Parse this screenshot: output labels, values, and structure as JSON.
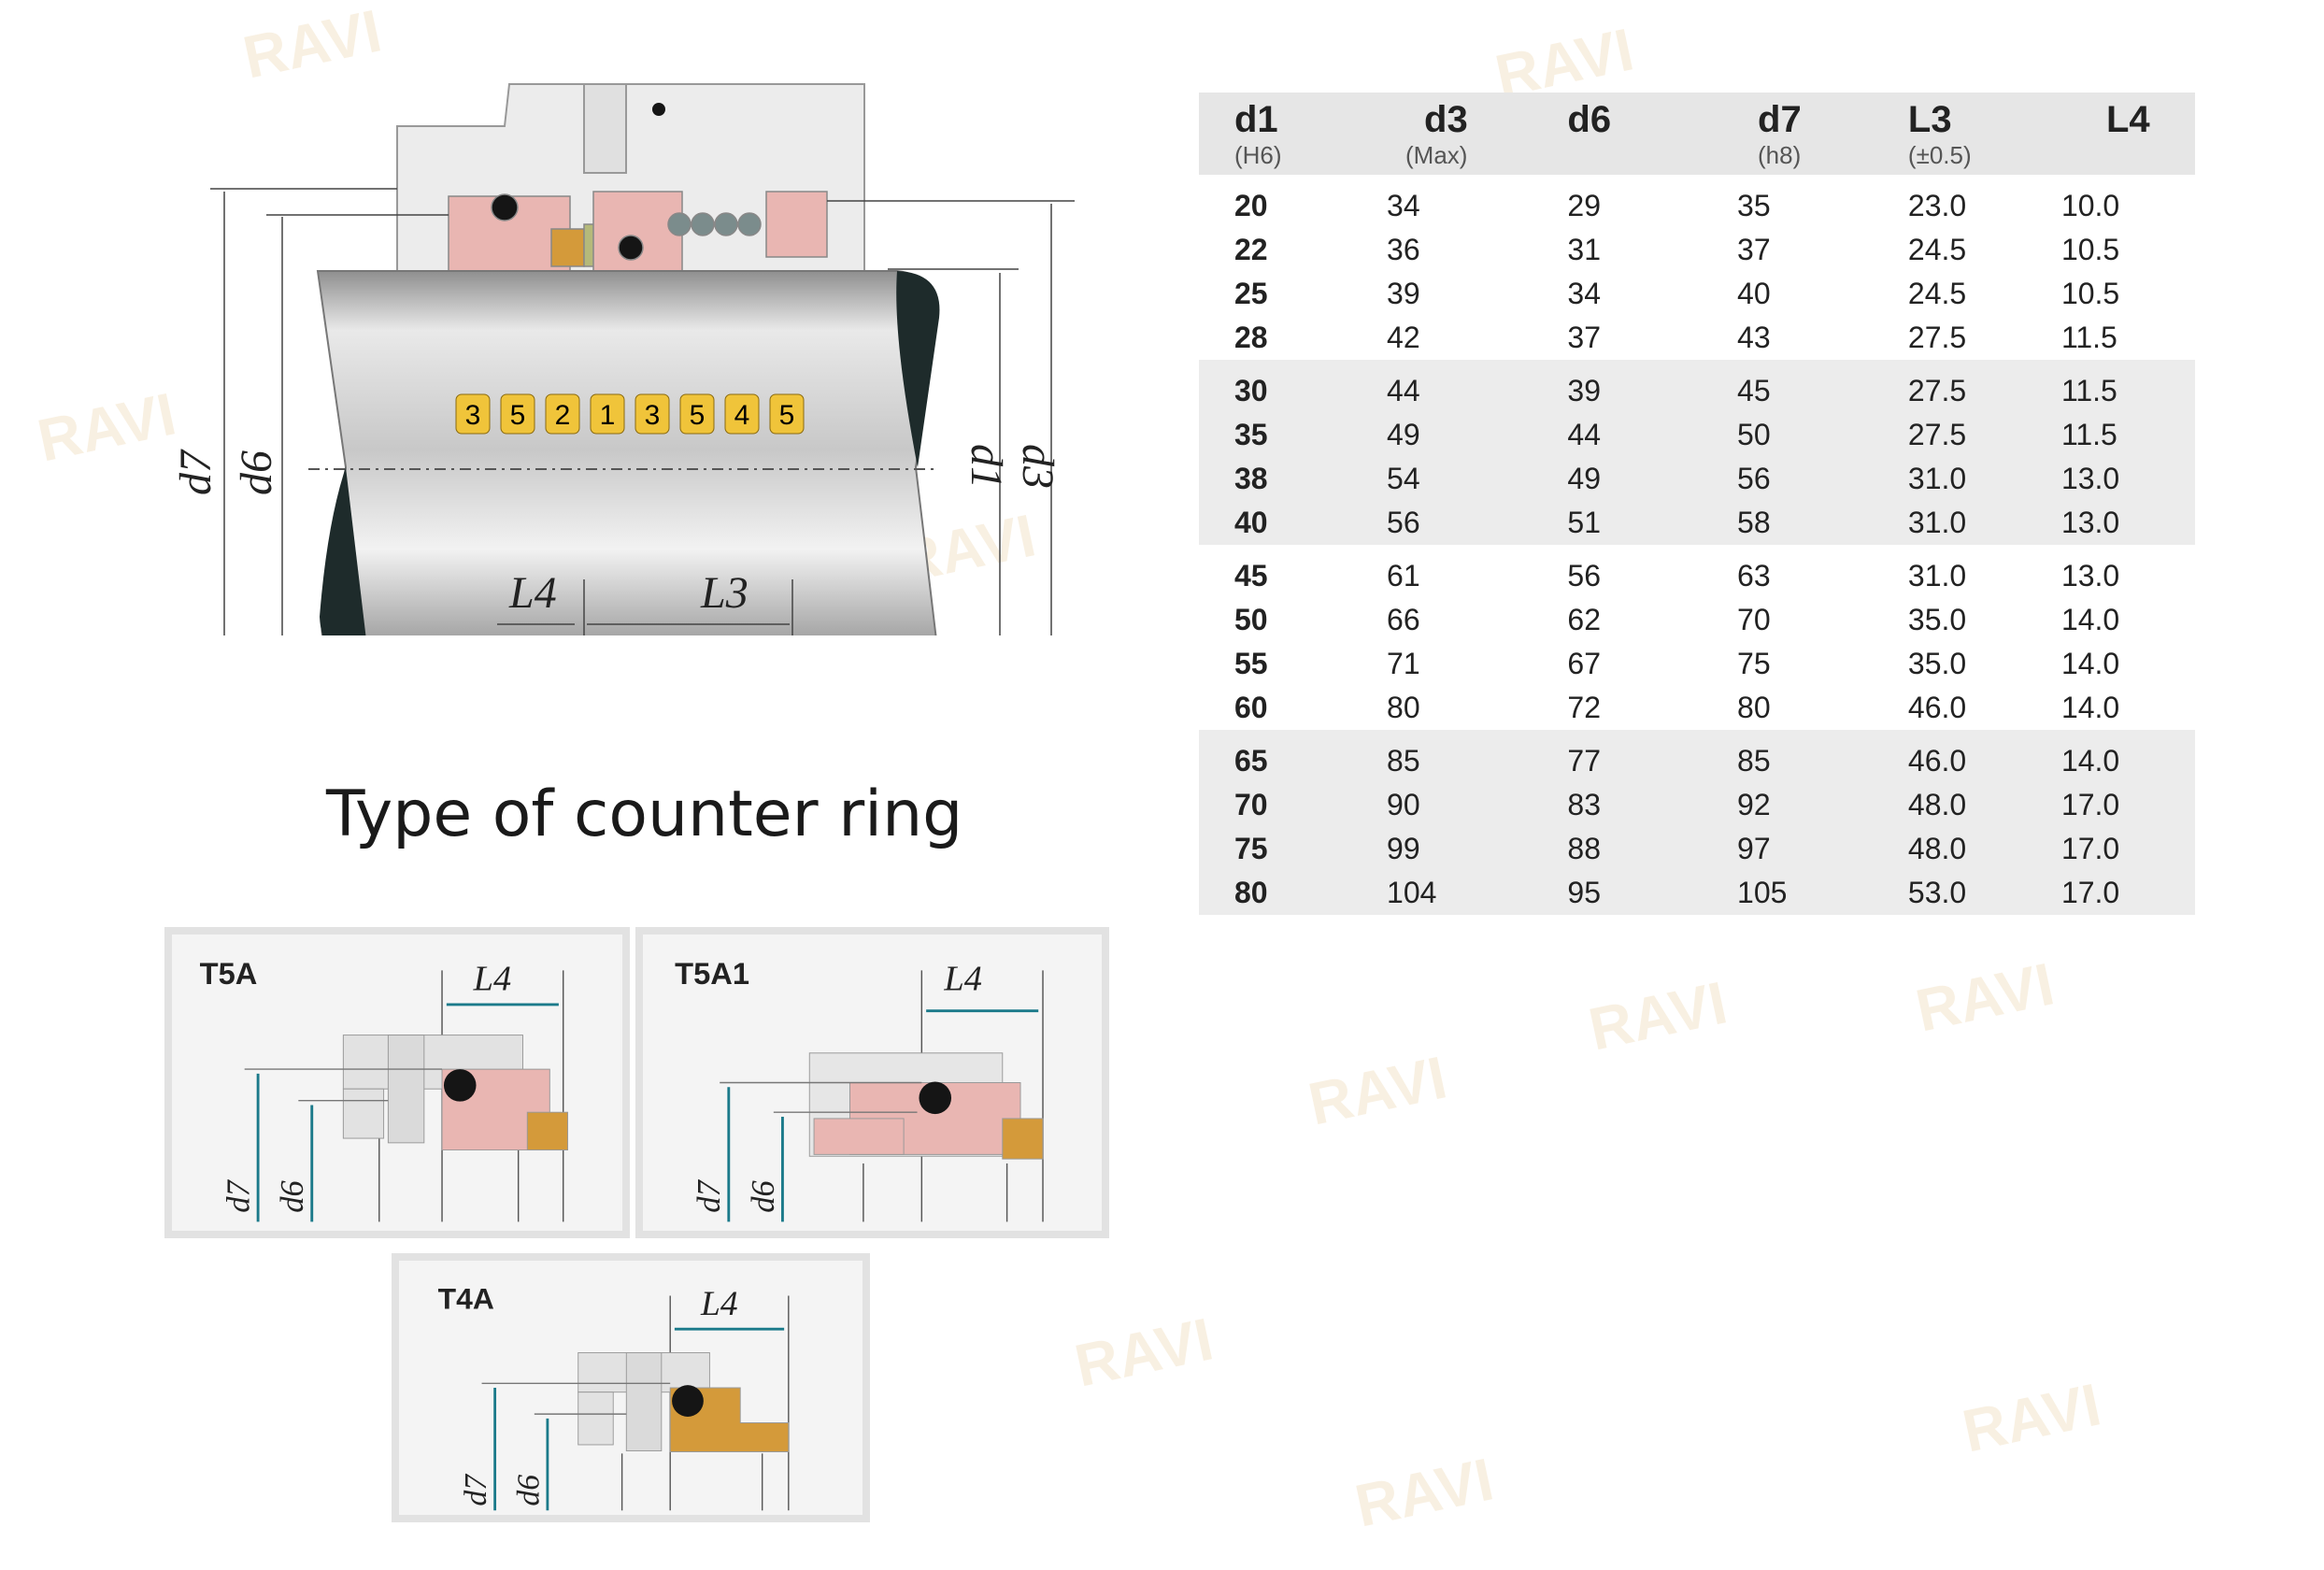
{
  "watermark": "RAVI",
  "main_diagram": {
    "badges": [
      "3",
      "5",
      "2",
      "1",
      "3",
      "5",
      "4",
      "5"
    ],
    "labels": {
      "d7": "d7",
      "d6": "d6",
      "d1": "d1",
      "d3": "d3",
      "L4": "L4",
      "L3": "L3"
    }
  },
  "table": {
    "headers": [
      {
        "main": "d1",
        "sub": "(H6)"
      },
      {
        "main": "d3",
        "sub": "(Max)"
      },
      {
        "main": "d6",
        "sub": ""
      },
      {
        "main": "d7",
        "sub": "(h8)"
      },
      {
        "main": "L3",
        "sub": "(±0.5)"
      },
      {
        "main": "L4",
        "sub": ""
      }
    ],
    "rows": [
      [
        "20",
        "34",
        "29",
        "35",
        "23.0",
        "10.0"
      ],
      [
        "22",
        "36",
        "31",
        "37",
        "24.5",
        "10.5"
      ],
      [
        "25",
        "39",
        "34",
        "40",
        "24.5",
        "10.5"
      ],
      [
        "28",
        "42",
        "37",
        "43",
        "27.5",
        "11.5"
      ],
      [
        "30",
        "44",
        "39",
        "45",
        "27.5",
        "11.5"
      ],
      [
        "35",
        "49",
        "44",
        "50",
        "27.5",
        "11.5"
      ],
      [
        "38",
        "54",
        "49",
        "56",
        "31.0",
        "13.0"
      ],
      [
        "40",
        "56",
        "51",
        "58",
        "31.0",
        "13.0"
      ],
      [
        "45",
        "61",
        "56",
        "63",
        "31.0",
        "13.0"
      ],
      [
        "50",
        "66",
        "62",
        "70",
        "35.0",
        "14.0"
      ],
      [
        "55",
        "71",
        "67",
        "75",
        "35.0",
        "14.0"
      ],
      [
        "60",
        "80",
        "72",
        "80",
        "46.0",
        "14.0"
      ],
      [
        "65",
        "85",
        "77",
        "85",
        "46.0",
        "14.0"
      ],
      [
        "70",
        "90",
        "83",
        "92",
        "48.0",
        "17.0"
      ],
      [
        "75",
        "99",
        "88",
        "97",
        "48.0",
        "17.0"
      ],
      [
        "80",
        "104",
        "95",
        "105",
        "53.0",
        "17.0"
      ]
    ]
  },
  "section_title": "Type of counter ring",
  "counter_rings": [
    {
      "name": "T5A",
      "l4": "L4",
      "d7": "d7",
      "d6": "d6"
    },
    {
      "name": "T5A1",
      "l4": "L4",
      "d7": "d7",
      "d6": "d6"
    },
    {
      "name": "T4A",
      "l4": "L4",
      "d7": "d7",
      "d6": "d6"
    }
  ],
  "colors": {
    "pink": "#e9b6b2",
    "tan": "#d49a3a",
    "seat": "#b5b97a",
    "gray": "#dcdcdc",
    "oring": "#151515"
  }
}
